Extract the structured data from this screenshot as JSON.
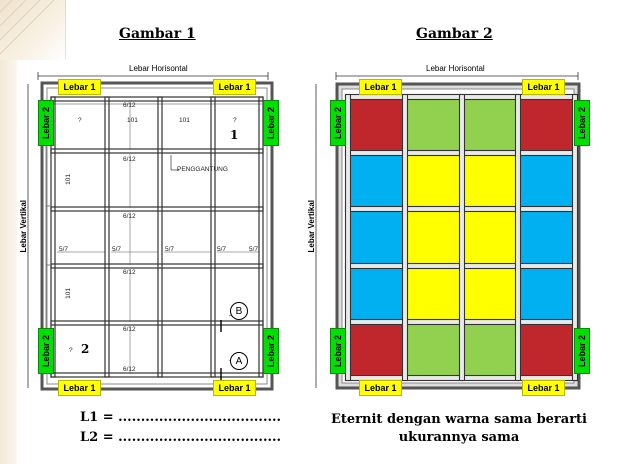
{
  "captions": {
    "left": "Gambar 1",
    "right": "Gambar 2"
  },
  "labels": {
    "lebar1": "Lebar 1",
    "lebar2": "Lebar 2",
    "horizontal": "Lebar Horisontal",
    "vertical": "Lebar Vertikal"
  },
  "fig1": {
    "dim_6_12": "6/12",
    "dim_101": "101",
    "dim_5_7": "5/7",
    "question": "?",
    "penggantung": "PENGGANTUNG",
    "num_1": "1",
    "num_2": "2",
    "marker_a": "A",
    "marker_b": "B"
  },
  "fields": {
    "l1": "L1 = ....................................",
    "l2": "L2 = ...................................."
  },
  "note": "Eternit dengan warna sama berarti ukurannya sama",
  "colors": {
    "red": "#c0272d",
    "green": "#92d050",
    "blue": "#00b0f0",
    "yellow": "#ffff00",
    "tag_green": "#00e000"
  },
  "fig2_grid": [
    [
      "red",
      "green",
      "green",
      "red"
    ],
    [
      "blue",
      "yellow",
      "yellow",
      "blue"
    ],
    [
      "blue",
      "yellow",
      "yellow",
      "blue"
    ],
    [
      "blue",
      "yellow",
      "yellow",
      "blue"
    ],
    [
      "red",
      "green",
      "green",
      "red"
    ]
  ]
}
